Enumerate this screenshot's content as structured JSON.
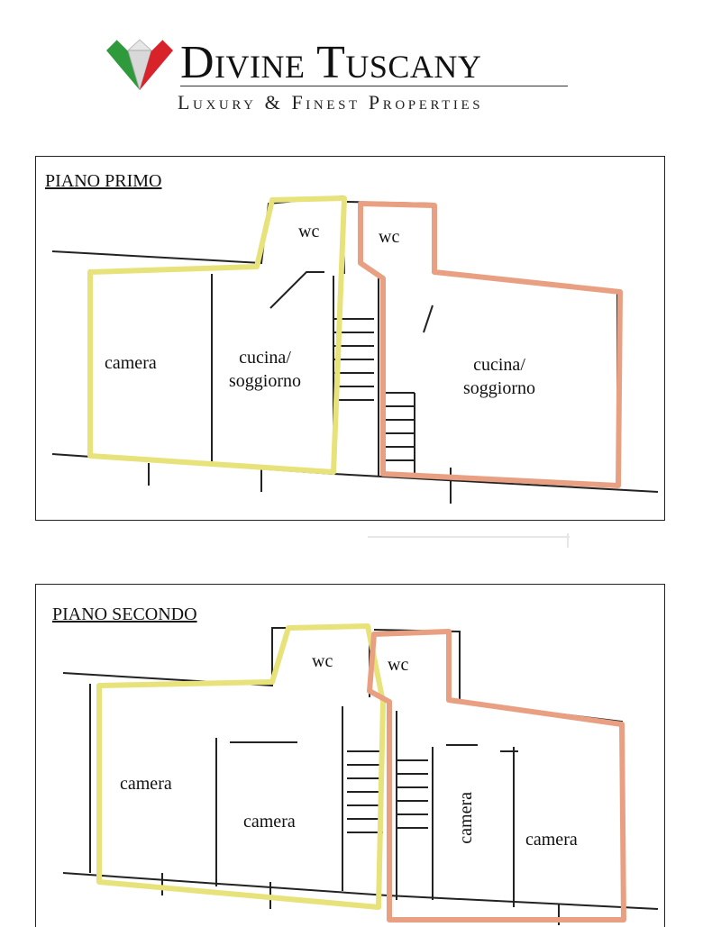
{
  "brand": {
    "name": "Divine Tuscany",
    "tagline": "Luxury & Finest Properties",
    "colors": {
      "green": "#2e9a3c",
      "red": "#d8232a",
      "silver": "#c8c8c8"
    }
  },
  "outline_colors": {
    "unit_left": "#e8e27a",
    "unit_right": "#e9a082"
  },
  "first_floor": {
    "title": "PIANO PRIMO",
    "rooms": {
      "camera": "camera",
      "cucina_left": "cucina/\nsoggiorno",
      "cucina_right": "cucina/\nsoggiorno",
      "wc_left": "wc",
      "wc_right": "wc"
    }
  },
  "second_floor": {
    "title": "PIANO SECONDO",
    "rooms": {
      "camera_1": "camera",
      "camera_2": "camera",
      "camera_vertical": "camera",
      "camera_4": "camera",
      "wc_left": "wc",
      "wc_right": "wc"
    }
  }
}
